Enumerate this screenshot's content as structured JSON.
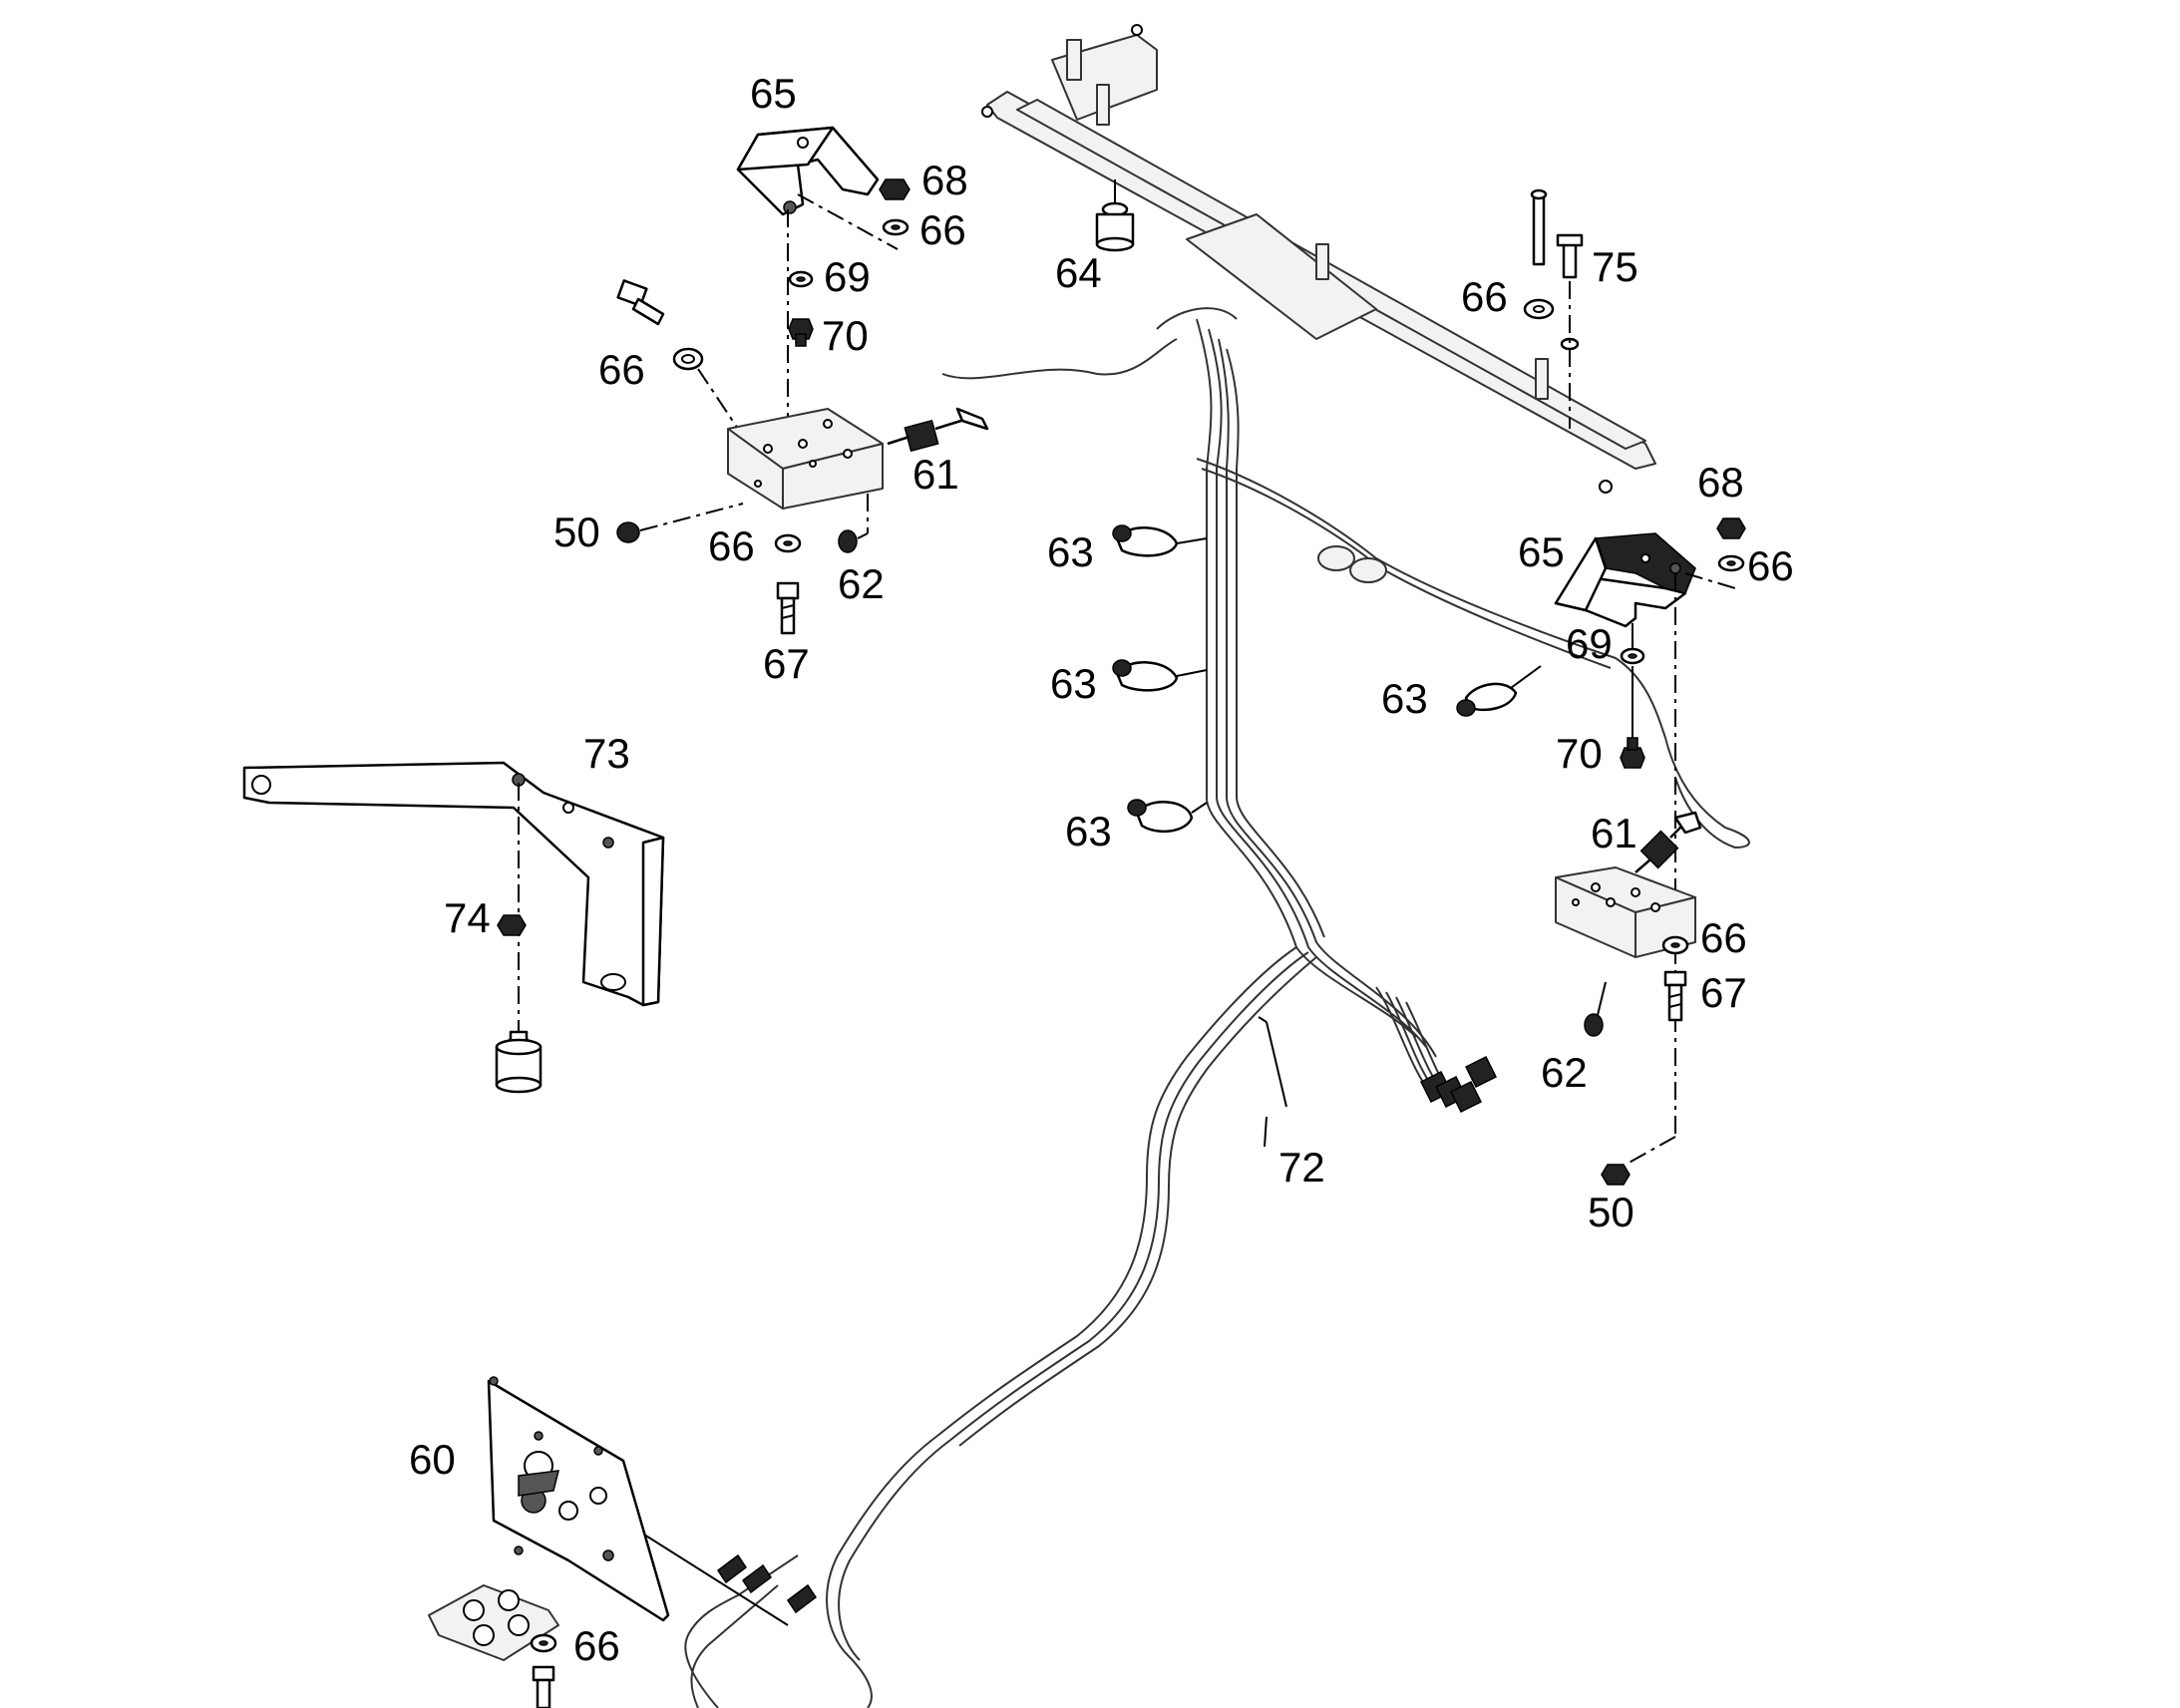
{
  "diagram": {
    "callouts": [
      {
        "id": "c65a",
        "text": "65"
      },
      {
        "id": "c68a",
        "text": "68"
      },
      {
        "id": "c66a",
        "text": "66"
      },
      {
        "id": "c69a",
        "text": "69"
      },
      {
        "id": "c70a",
        "text": "70"
      },
      {
        "id": "c66b",
        "text": "66"
      },
      {
        "id": "c61a",
        "text": "61"
      },
      {
        "id": "c50a",
        "text": "50"
      },
      {
        "id": "c66c",
        "text": "66"
      },
      {
        "id": "c62a",
        "text": "62"
      },
      {
        "id": "c67a",
        "text": "67"
      },
      {
        "id": "c64",
        "text": "64"
      },
      {
        "id": "c66d",
        "text": "66"
      },
      {
        "id": "c75",
        "text": "75"
      },
      {
        "id": "c63a",
        "text": "63"
      },
      {
        "id": "c63b",
        "text": "63"
      },
      {
        "id": "c63c",
        "text": "63"
      },
      {
        "id": "c63d",
        "text": "63"
      },
      {
        "id": "c68b",
        "text": "68"
      },
      {
        "id": "c65b",
        "text": "65"
      },
      {
        "id": "c66e",
        "text": "66"
      },
      {
        "id": "c69b",
        "text": "69"
      },
      {
        "id": "c70b",
        "text": "70"
      },
      {
        "id": "c61b",
        "text": "61"
      },
      {
        "id": "c66f",
        "text": "66"
      },
      {
        "id": "c67b",
        "text": "67"
      },
      {
        "id": "c62b",
        "text": "62"
      },
      {
        "id": "c50b",
        "text": "50"
      },
      {
        "id": "c73",
        "text": "73"
      },
      {
        "id": "c74",
        "text": "74"
      },
      {
        "id": "c72",
        "text": "72"
      },
      {
        "id": "c60",
        "text": "60"
      },
      {
        "id": "c66g",
        "text": "66"
      }
    ]
  }
}
